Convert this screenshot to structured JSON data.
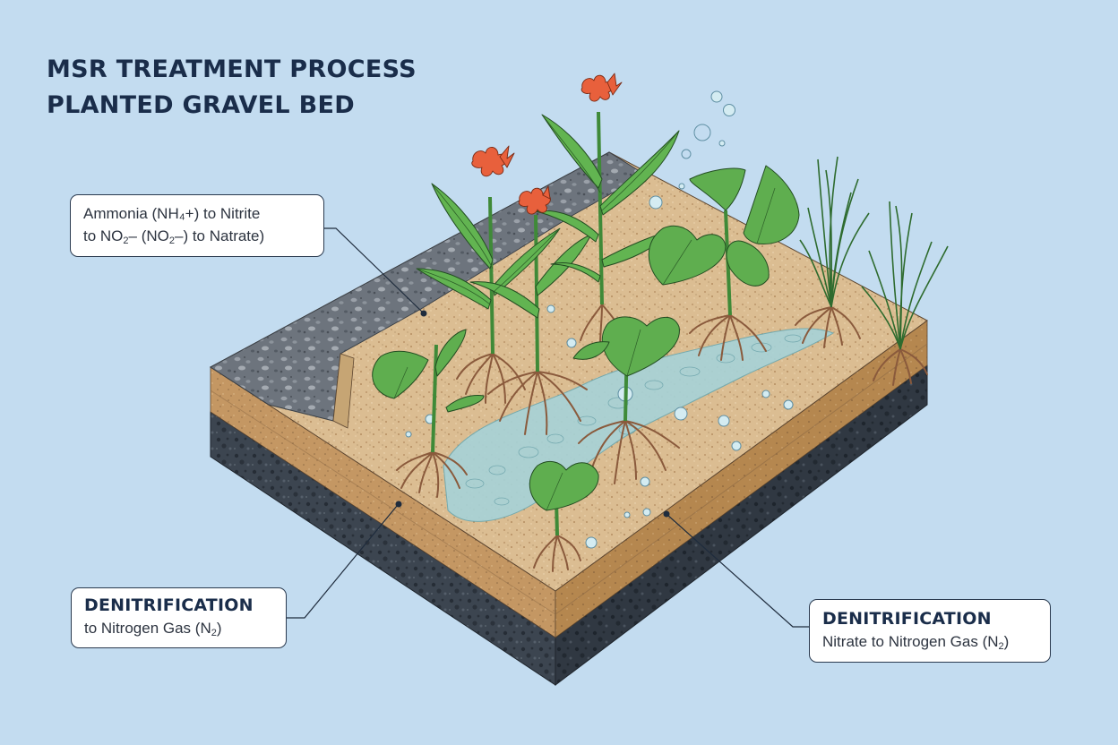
{
  "title": {
    "line1": "MSR TREATMENT PROCESS",
    "line2": "PLANTED GRAVEL BED"
  },
  "callouts": {
    "nitrification": {
      "line1": "Ammonia (NH₄+) to Nitrite",
      "line2_parts": [
        "to NO",
        "2",
        "– (NO",
        "2",
        "–) to Natrate)"
      ]
    },
    "denitrification_left": {
      "heading": "DENITRIFICATION",
      "text_parts": [
        "to Nitrogen Gas (N",
        "2",
        ")"
      ]
    },
    "denitrification_right": {
      "heading": "DENITRIFICATION",
      "text_parts": [
        "Nitrate to Nitrogen Gas (N",
        "2",
        ")"
      ]
    }
  },
  "colors": {
    "background": "#c3dcf0",
    "title_text": "#1a2d4a",
    "gravel": "#6c737c",
    "sand_top": "#d9b98c",
    "sand_side": "#c1955f",
    "bottom_layer": "#3b4450",
    "leaf": "#5fae4f",
    "flower": "#e8603c",
    "root": "#8a5a3c",
    "water": "#9fd0d6"
  },
  "icons": {
    "leader_dot": "filled-circle",
    "bubble": "circle-outline"
  }
}
